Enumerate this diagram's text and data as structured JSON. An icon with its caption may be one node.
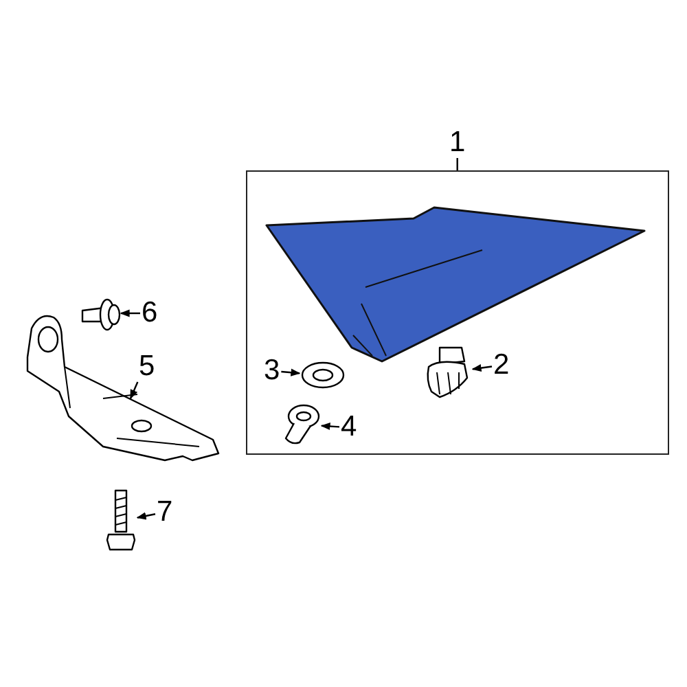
{
  "diagram": {
    "nodes": [
      {
        "text": [
          "1"
        ]
      },
      {
        "text": [],
        "shape": "box"
      },
      {
        "text": [],
        "shape": "picture",
        "in": 1
      },
      {
        "text": [
          "2"
        ],
        "in": 1
      },
      {
        "text": [],
        "shape": "picture",
        "in": 1
      },
      {
        "text": [
          "3"
        ],
        "in": 1
      },
      {
        "text": [],
        "shape": "picture",
        "in": 1
      },
      {
        "text": [
          "4"
        ],
        "in": 1
      },
      {
        "text": [],
        "shape": "picture",
        "in": 1
      },
      {
        "text": [
          "5"
        ]
      },
      {
        "text": [],
        "shape": "picture"
      },
      {
        "text": [
          "6"
        ]
      },
      {
        "text": [],
        "shape": "picture"
      },
      {
        "text": [
          "7"
        ]
      },
      {
        "text": [],
        "shape": "picture"
      }
    ],
    "edges": [
      {
        "from": 0,
        "to": 1,
        "arrow": "none"
      },
      {
        "from": 3,
        "to": 4,
        "arrow": "to"
      },
      {
        "from": 5,
        "to": 6,
        "arrow": "to"
      },
      {
        "from": 7,
        "to": 8,
        "arrow": "to"
      },
      {
        "from": 9,
        "to": 10,
        "arrow": "to"
      },
      {
        "from": 11,
        "to": 12,
        "arrow": "to"
      },
      {
        "from": 13,
        "to": 14,
        "arrow": "to"
      }
    ]
  }
}
